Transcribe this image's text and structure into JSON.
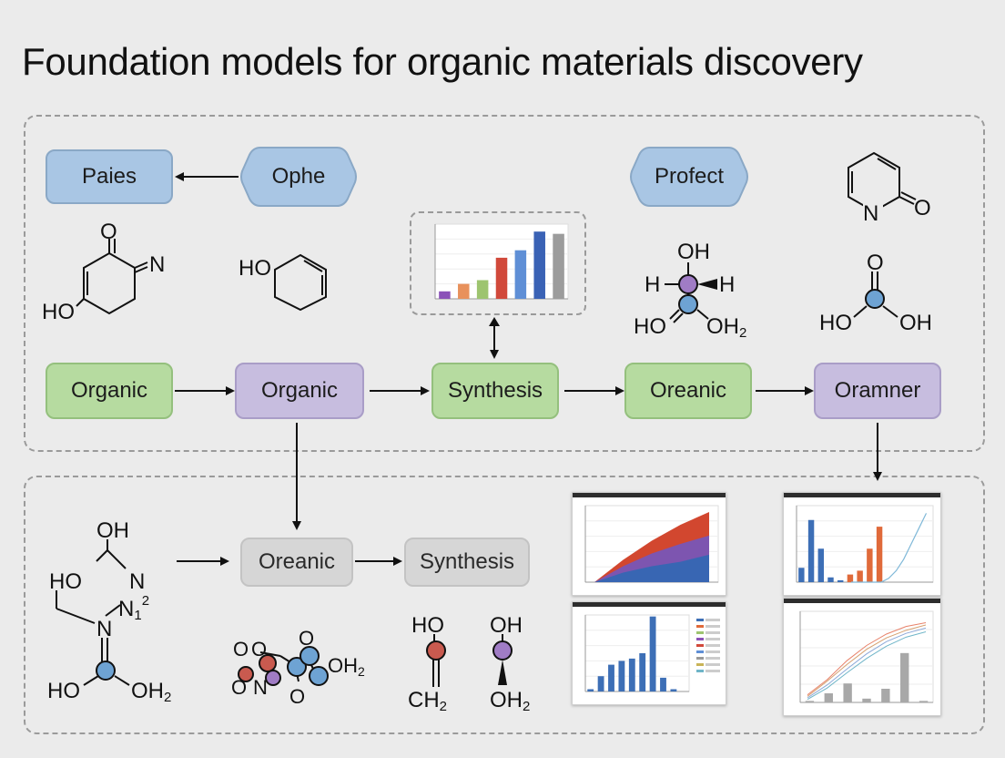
{
  "title": "Foundation models for organic materials discovery",
  "nodes": {
    "paies": "Paies",
    "ophe": "Ophe",
    "profect": "Profect",
    "organic_1": "Organic",
    "organic_2": "Organic",
    "synthesis_1": "Synthesis",
    "oreanic_1": "Oreanic",
    "oramner": "Oramner",
    "oreanic_2": "Oreanic",
    "synthesis_2": "Synthesis"
  },
  "molecules": {
    "m1": {
      "o": "O",
      "n": "N",
      "ho": "HO"
    },
    "m2": {
      "ho": "HO"
    },
    "m3": {
      "o": "O",
      "n": "N"
    },
    "m4": {
      "oh": "OH",
      "h1": "H",
      "h2": "H",
      "ho": "HO",
      "oh2": "OH",
      "sub": "2"
    },
    "m5": {
      "o": "O",
      "ho": "HO",
      "oh": "OH"
    },
    "m6": {
      "oh": "OH",
      "ho": "HO",
      "n": "N",
      "n1": "N",
      "n1sub": "1",
      "n1sup": "2",
      "n2": "N",
      "ho2": "HO",
      "oh2": "OH",
      "sub": "2"
    },
    "m7": {
      "o1": "O",
      "o2": "O",
      "o3": "O",
      "o4": "O",
      "o5": "O",
      "n": "N",
      "oh2": "OH",
      "sub": "2"
    },
    "m8": {
      "ho": "HO",
      "ch2": "CH",
      "sub": "2"
    },
    "m9": {
      "oh": "OH",
      "oh2": "OH",
      "sub": "2"
    }
  },
  "colors": {
    "node_blue": "#a9c6e4",
    "node_green": "#b6dba0",
    "node_purple": "#c7bddf",
    "node_gray": "#d6d6d6",
    "atom_blue": "#6ea3d3",
    "atom_purple": "#a07cc5",
    "atom_red": "#c95a4f"
  },
  "chart_data": [
    {
      "type": "bar",
      "categories": [
        "",
        "",
        "",
        "",
        "",
        "",
        ""
      ],
      "series": [
        {
          "values": [
            1,
            2,
            2.5,
            5.5,
            6.5,
            9,
            8.7
          ]
        }
      ],
      "colors": [
        "#8b52b8",
        "#e8915c",
        "#9dc46f",
        "#d1493b",
        "#5f8fd6",
        "#3a62b5",
        "#9c9c9c"
      ]
    },
    {
      "type": "area",
      "x": [
        0,
        1,
        2,
        3,
        4
      ],
      "series": [
        {
          "values": [
            0,
            3.5,
            6.5,
            9,
            11
          ]
        },
        {
          "values": [
            0,
            2.5,
            4.5,
            6,
            7.3
          ]
        },
        {
          "values": [
            0,
            1.5,
            2.5,
            3.2,
            4.3
          ]
        }
      ],
      "colors": [
        "#d2472f",
        "#7d55b0",
        "#3866b3"
      ]
    },
    {
      "type": "bar",
      "categories": [
        "",
        "",
        "",
        "",
        "",
        "",
        "",
        "",
        "",
        "",
        "",
        "",
        "",
        ""
      ],
      "series": [
        {
          "values": [
            1.5,
            6.5,
            3.5,
            0.5,
            0.2,
            0.8,
            1.2,
            3.5,
            5.8,
            0,
            0,
            0,
            0,
            0
          ]
        }
      ],
      "colors": [
        "#3d6fb6",
        "#3d6fb6",
        "#3d6fb6",
        "#3d6fb6",
        "#3d6fb6",
        "#e06a3a",
        "#e06a3a",
        "#e06a3a",
        "#e06a3a",
        "#e06a3a",
        "#e06a3a",
        "#e06a3a",
        "#e06a3a",
        "#e06a3a"
      ],
      "line": [
        0,
        0,
        0,
        0,
        0,
        0.5,
        1.5,
        3,
        5,
        7,
        9
      ]
    },
    {
      "type": "bar",
      "categories": [
        "",
        "",
        "",
        "",
        "",
        "",
        "",
        "",
        "",
        ""
      ],
      "series": [
        {
          "values": [
            0.3,
            2,
            3.5,
            4,
            4.3,
            5,
            9.8,
            1.8,
            0.3,
            0
          ]
        }
      ],
      "colors": [
        "#3d6fb6"
      ]
    },
    {
      "type": "line",
      "x": [
        0,
        1,
        2,
        3,
        4,
        5,
        6
      ],
      "series": [
        {
          "values": [
            1,
            3,
            5.5,
            7.5,
            9,
            10,
            10.5
          ]
        },
        {
          "values": [
            0.8,
            2.8,
            5,
            7,
            8.5,
            9.5,
            10.2
          ]
        },
        {
          "values": [
            0.6,
            2.3,
            4.4,
            6.4,
            8,
            9.1,
            9.8
          ]
        },
        {
          "values": [
            0.4,
            1.9,
            3.9,
            5.8,
            7.4,
            8.6,
            9.3
          ]
        }
      ],
      "bars": [
        0.2,
        1.2,
        2.5,
        0.5,
        1.8,
        6.5,
        0.2
      ],
      "colors": [
        "#e8826a",
        "#d6a070",
        "#8ca8d8",
        "#6fb5c8"
      ]
    }
  ]
}
